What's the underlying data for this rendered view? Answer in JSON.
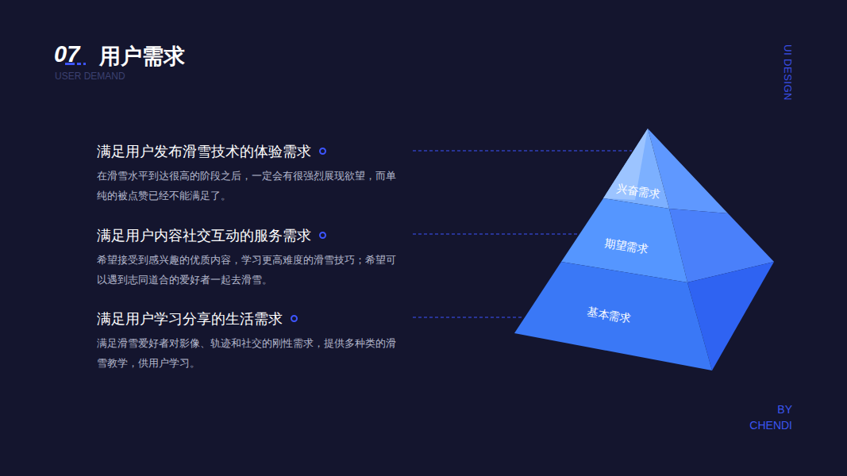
{
  "diagram": {
    "title": "用户需求",
    "nodes": [
      {
        "text": [
          "兴奋需求"
        ]
      },
      {
        "text": [
          "期望需求"
        ]
      },
      {
        "text": [
          "基本需求"
        ]
      }
    ],
    "labels": [
      "07",
      "USER DEMAND",
      "UI DESIGN",
      "满足用户发布滑雪技术的体验需求",
      "在滑雪水平到达很高的阶段之后，一定会有很强烈展现欲望，而单纯的被点赞已经不能满足了。",
      "满足用户内容社交互动的服务需求",
      "希望接受到感兴趣的优质内容，学习更高难度的滑雪技巧；希望可以遇到志同道合的爱好者一起去滑雪。",
      "满足用户学习分享的生活需求",
      "满足滑雪爱好者对影像、轨迹和社交的刚性需求，提供多种类的滑雪教学，供用户学习。",
      "BY",
      "CHENDI"
    ]
  }
}
